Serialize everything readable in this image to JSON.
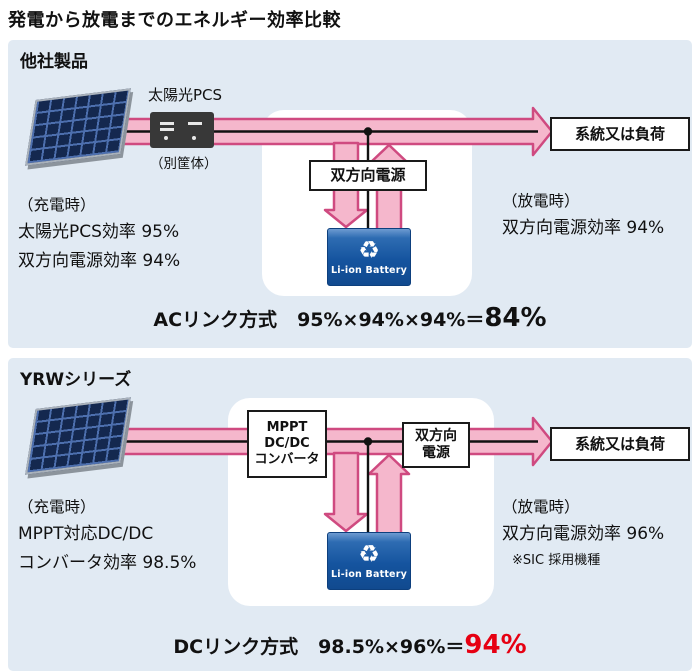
{
  "title": "発電から放電までのエネルギー効率比較",
  "colors": {
    "panel_bg": "#e1eaf3",
    "arrow_fill": "#f5b7cc",
    "arrow_stroke": "#cf4a80",
    "battery_blue": "#15549f",
    "result_red": "#e60012",
    "wire_black": "#111111"
  },
  "icons": {
    "recycle_icon": "♻"
  },
  "top": {
    "heading": "他社製品",
    "pcs_label": "太陽光PCS",
    "pcs_note": "（別筐体）",
    "bidirectional_label": "双方向電源",
    "grid_label": "系統又は負荷",
    "battery_label": "Li-ion Battery",
    "charge": {
      "title": "（充電時）",
      "lines": [
        "太陽光PCS効率 95%",
        "双方向電源効率 94%"
      ]
    },
    "discharge": {
      "title": "（放電時）",
      "lines": [
        "双方向電源効率 94%"
      ]
    },
    "formula": {
      "method": "ACリンク方式",
      "expression": "95%×94%×94%＝",
      "result": "84%"
    }
  },
  "bottom": {
    "heading": "YRWシリーズ",
    "converter": {
      "line1": "MPPT",
      "line2": "DC/DC",
      "line3": "コンバータ"
    },
    "bidirectional": {
      "line1": "双方向",
      "line2": "電源"
    },
    "grid_label": "系統又は負荷",
    "battery_label": "Li-ion Battery",
    "charge": {
      "title": "（充電時）",
      "lines": [
        "MPPT対応DC/DC",
        "コンバータ効率 98.5%"
      ]
    },
    "discharge": {
      "title": "（放電時）",
      "lines": [
        "双方向電源効率 96%"
      ],
      "note": "※SIC 採用機種"
    },
    "formula": {
      "method": "DCリンク方式",
      "expression": "98.5%×96%＝",
      "result": "94%"
    }
  }
}
